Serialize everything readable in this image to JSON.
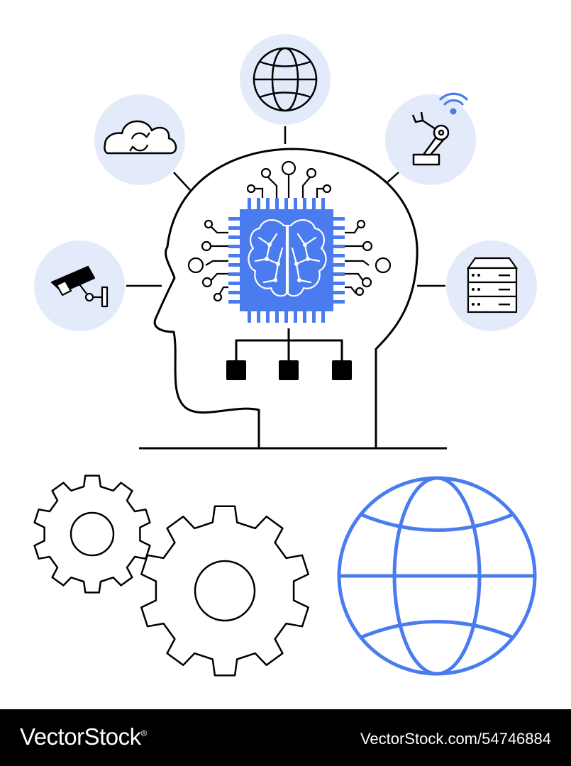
{
  "illustration": {
    "subject": "ai-head-with-chip-brain",
    "colors": {
      "accent_blue": "#4a7cf0",
      "pale_blue": "#e3ebfb",
      "line": "#000000",
      "background": "#ffffff"
    },
    "icons": [
      "cloud-sync-icon",
      "globe-icon",
      "robotic-arm-icon",
      "wifi-icon",
      "security-camera-icon",
      "server-rack-icon",
      "ai-chip-icon",
      "brain-icon",
      "gear-icon",
      "globe-large-icon"
    ]
  },
  "footer": {
    "brand": "VectorStock",
    "registered_mark": "®",
    "stock_id": "VectorStock.com/54746884"
  }
}
